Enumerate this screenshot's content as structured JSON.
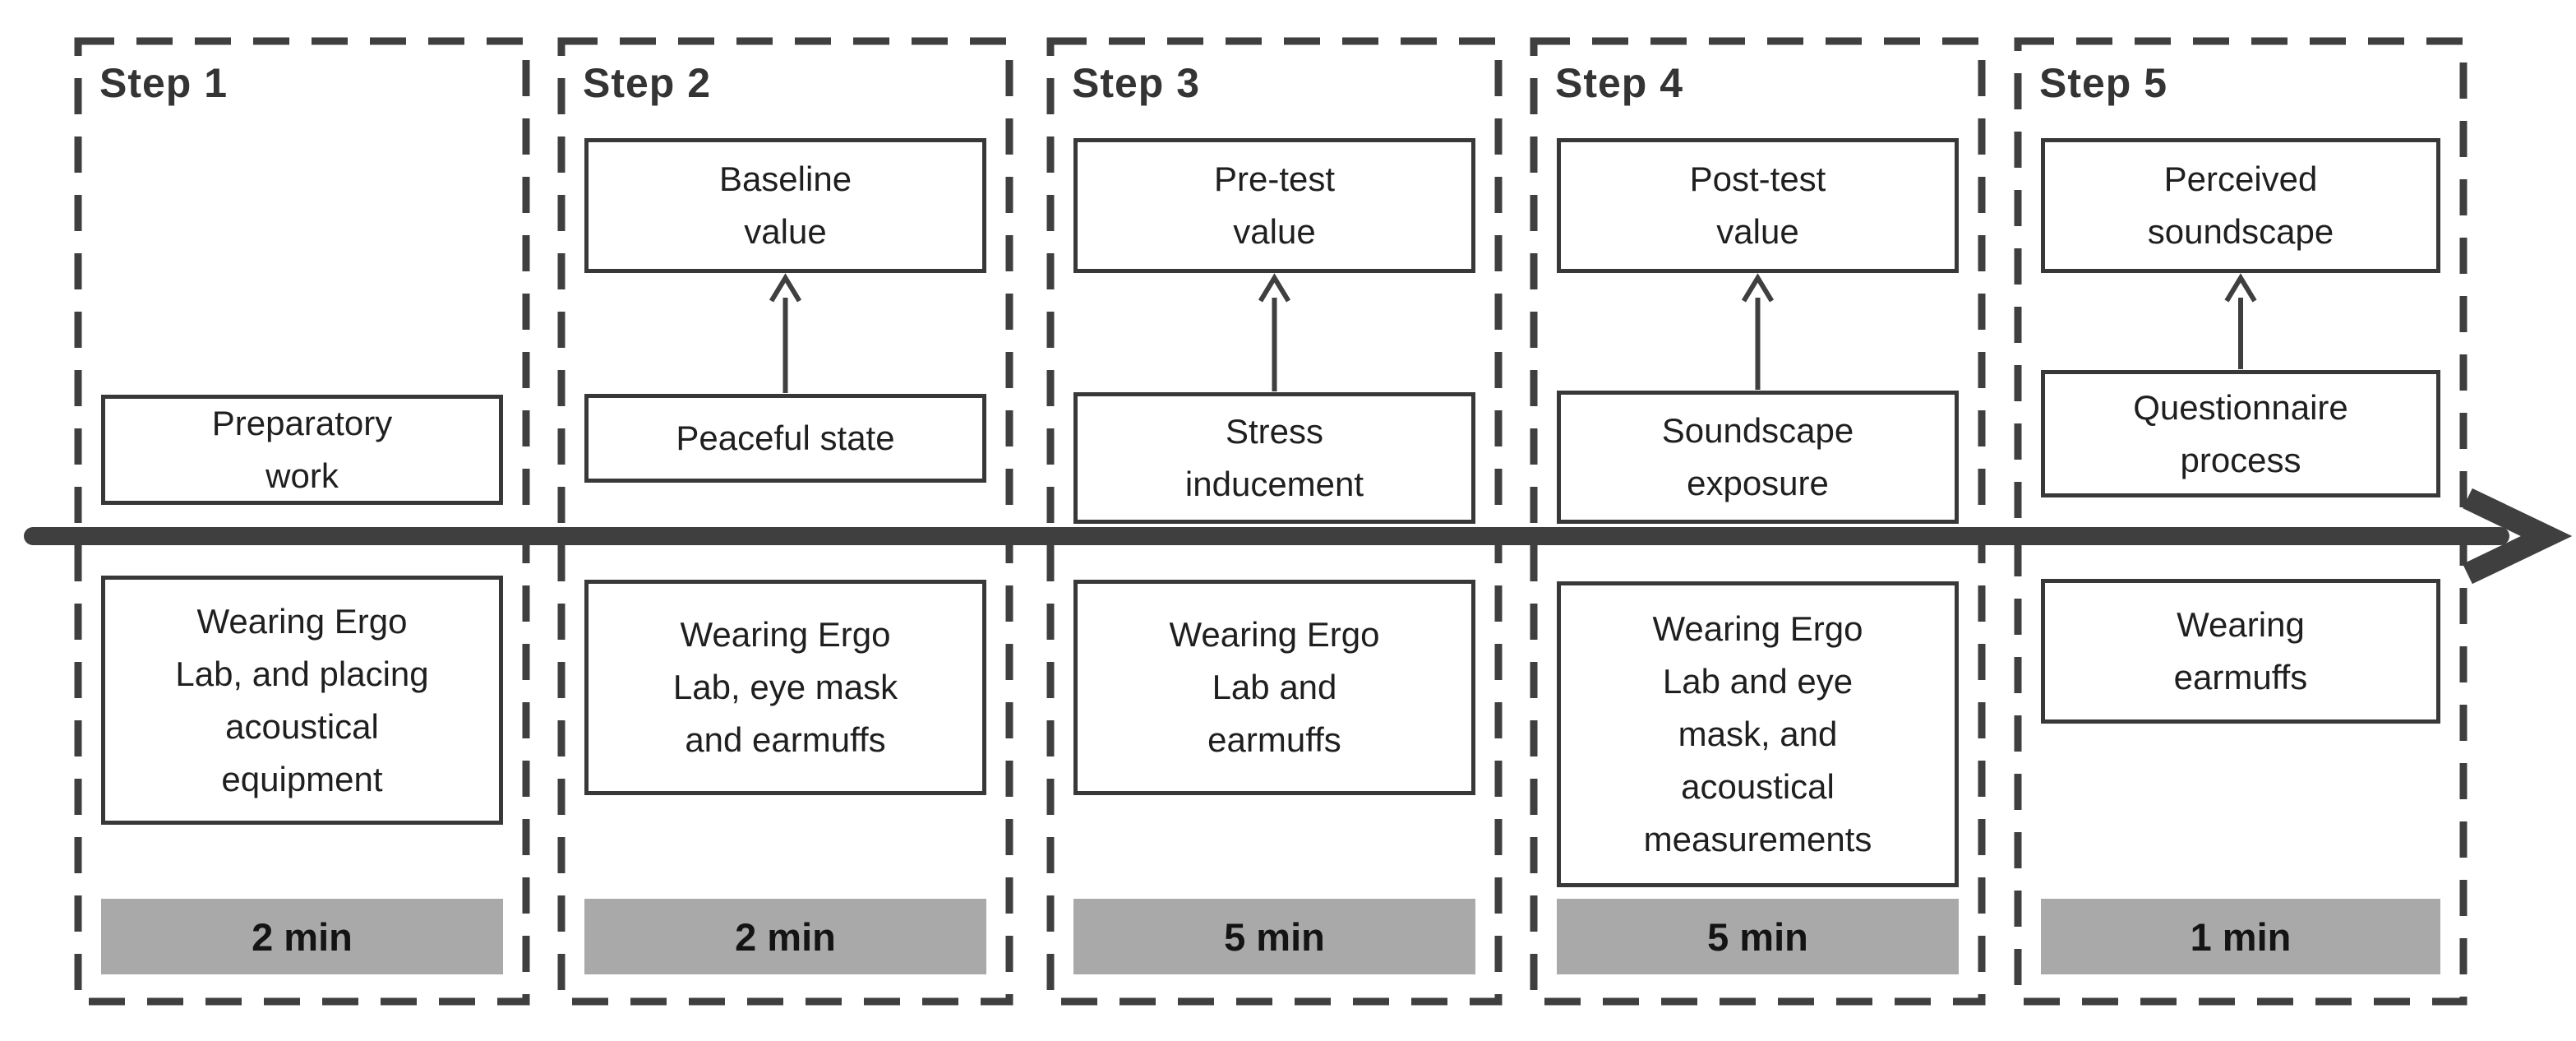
{
  "figure": {
    "kind": "experiment-procedure-timeline",
    "timeline_arrow_direction": "right"
  },
  "colors": {
    "line_dark": "#3f3f3f",
    "box_border": "#383838",
    "box_text": "#1f1f1f",
    "duration_bg": "#a9a9a9",
    "duration_text": "#141414",
    "background": "#ffffff"
  },
  "steps": [
    {
      "label": "Step 1",
      "outcome_lines": [],
      "action_lines": [
        "Preparatory",
        "work"
      ],
      "wearing_lines": [
        "Wearing Ergo",
        "Lab, and placing",
        "acoustical",
        "equipment"
      ],
      "duration": "2 min"
    },
    {
      "label": "Step 2",
      "outcome_lines": [
        "Baseline",
        "value"
      ],
      "action_lines": [
        "Peaceful state"
      ],
      "wearing_lines": [
        "Wearing Ergo",
        "Lab, eye mask",
        "and earmuffs"
      ],
      "duration": "2 min"
    },
    {
      "label": "Step 3",
      "outcome_lines": [
        "Pre-test",
        "value"
      ],
      "action_lines": [
        "Stress",
        "inducement"
      ],
      "wearing_lines": [
        "Wearing Ergo",
        "Lab and",
        "earmuffs"
      ],
      "duration": "5 min"
    },
    {
      "label": "Step 4",
      "outcome_lines": [
        "Post-test",
        "value"
      ],
      "action_lines": [
        "Soundscape",
        "exposure"
      ],
      "wearing_lines": [
        "Wearing Ergo",
        "Lab and eye",
        "mask, and",
        "acoustical",
        "measurements"
      ],
      "duration": "5 min"
    },
    {
      "label": "Step 5",
      "outcome_lines": [
        "Perceived",
        "soundscape"
      ],
      "action_lines": [
        "Questionnaire",
        "process"
      ],
      "wearing_lines": [
        "Wearing",
        "earmuffs"
      ],
      "duration": "1 min"
    }
  ]
}
